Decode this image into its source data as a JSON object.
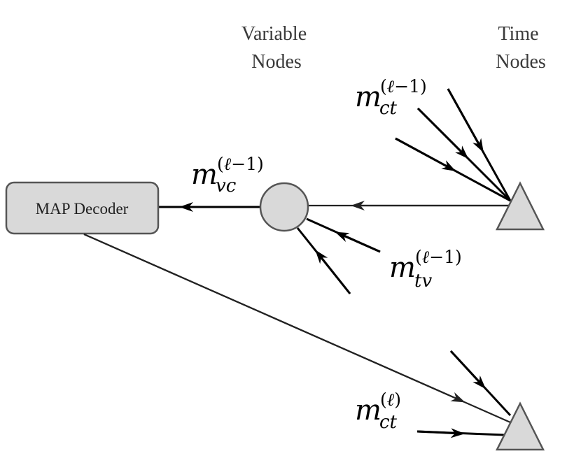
{
  "headers": {
    "variable_nodes": [
      "Variable",
      "Nodes"
    ],
    "time_nodes": [
      "Time",
      "Nodes"
    ]
  },
  "decoder": {
    "label": "MAP Decoder"
  },
  "messages": {
    "m_ct_prev": {
      "base": "m",
      "sub": "ct",
      "sup_open": "(",
      "sup_ell": "ℓ",
      "sup_rest": "−1)"
    },
    "m_vc_prev": {
      "base": "m",
      "sub": "vc",
      "sup_open": "(",
      "sup_ell": "ℓ",
      "sup_rest": "−1)"
    },
    "m_tv_prev": {
      "base": "m",
      "sub": "tv",
      "sup_open": "(",
      "sup_ell": "ℓ",
      "sup_rest": "−1)"
    },
    "m_ct_curr": {
      "base": "m",
      "sub": "ct",
      "sup_open": "(",
      "sup_ell": "ℓ",
      "sup_rest": ")"
    }
  },
  "colors": {
    "node_fill": "#d9d9d9",
    "node_stroke": "#555555",
    "edge": "#000000"
  }
}
